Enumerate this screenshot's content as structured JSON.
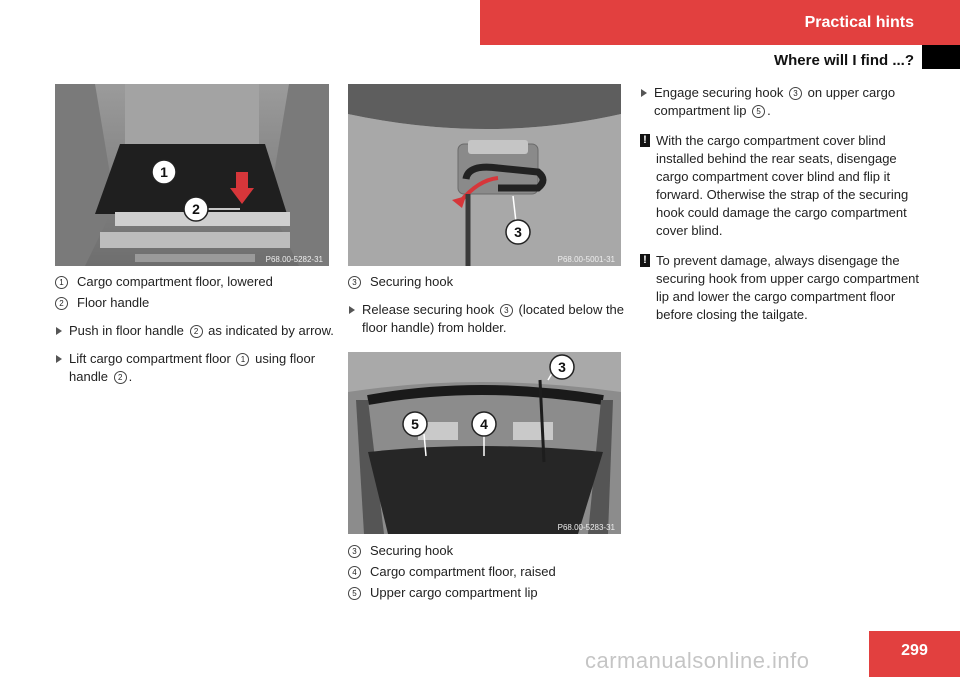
{
  "header": {
    "section": "Practical hints",
    "subtitle": "Where will I find ...?"
  },
  "images": [
    {
      "ref": "P68.00-5282-31",
      "callouts": [
        "1",
        "2"
      ]
    },
    {
      "ref": "P68.00-5001-31",
      "callouts": [
        "3"
      ]
    },
    {
      "ref": "P68.00-5283-31",
      "callouts": [
        "3",
        "5",
        "4"
      ]
    }
  ],
  "col1": {
    "legend": [
      {
        "num": "1",
        "text": "Cargo compartment floor, lowered"
      },
      {
        "num": "2",
        "text": "Floor handle"
      }
    ],
    "step1": {
      "pre": "Push in floor handle",
      "num": "2",
      "post": "as indicated by arrow."
    },
    "step2": {
      "pre": "Lift cargo compartment floor",
      "num": "1",
      "mid": "using floor handle",
      "num2": "2",
      "post": "."
    }
  },
  "col2": {
    "legend1": [
      {
        "num": "3",
        "text": "Securing hook"
      }
    ],
    "step1": {
      "pre": "Release securing hook",
      "num": "3",
      "post": "(located below the floor handle) from holder."
    },
    "legend2": [
      {
        "num": "3",
        "text": "Securing hook"
      },
      {
        "num": "4",
        "text": "Cargo compartment floor, raised"
      },
      {
        "num": "5",
        "text": "Upper cargo compartment lip"
      }
    ]
  },
  "col3": {
    "step1": {
      "pre": "Engage securing hook",
      "num": "3",
      "mid": "on upper cargo compartment lip",
      "num2": "5",
      "post": "."
    },
    "note1": "With the cargo compartment cover blind installed behind the rear seats, disengage cargo compartment cover blind and flip it forward. Otherwise the strap of the securing hook could damage the cargo compartment cover blind.",
    "note2": "To prevent damage, always disengage the securing hook from upper cargo compartment lip and lower the cargo compartment floor before closing the tailgate."
  },
  "page_number": "299",
  "watermark": "carmanualsonline.info",
  "colors": {
    "accent": "#e2403f"
  }
}
